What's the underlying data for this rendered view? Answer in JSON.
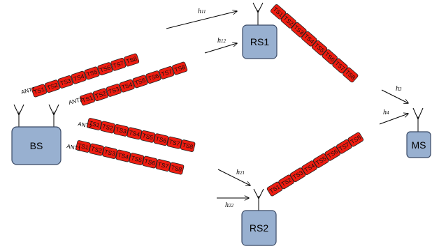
{
  "nodes": {
    "bs": "BS",
    "rs1": "RS1",
    "rs2": "RS2",
    "ms": "MS"
  },
  "slots": [
    "TS1",
    "TS2",
    "TS3",
    "TS4",
    "TS5",
    "TS6",
    "TS7",
    "TS8"
  ],
  "antennas": {
    "ant1": "ANT1",
    "ant2": "ANT2"
  },
  "channels": {
    "h11": {
      "base": "h",
      "sub": "11"
    },
    "h12": {
      "base": "h",
      "sub": "12"
    },
    "h21": {
      "base": "h",
      "sub": "21"
    },
    "h22": {
      "base": "h",
      "sub": "22"
    },
    "h3": {
      "base": "h",
      "sub": "3"
    },
    "h4": {
      "base": "h",
      "sub": "4"
    }
  },
  "colors": {
    "node_fill": "#98b0d0",
    "node_stroke": "#3a4a66",
    "slot_fill": "#ee1c10",
    "slot_stroke": "#202020"
  }
}
